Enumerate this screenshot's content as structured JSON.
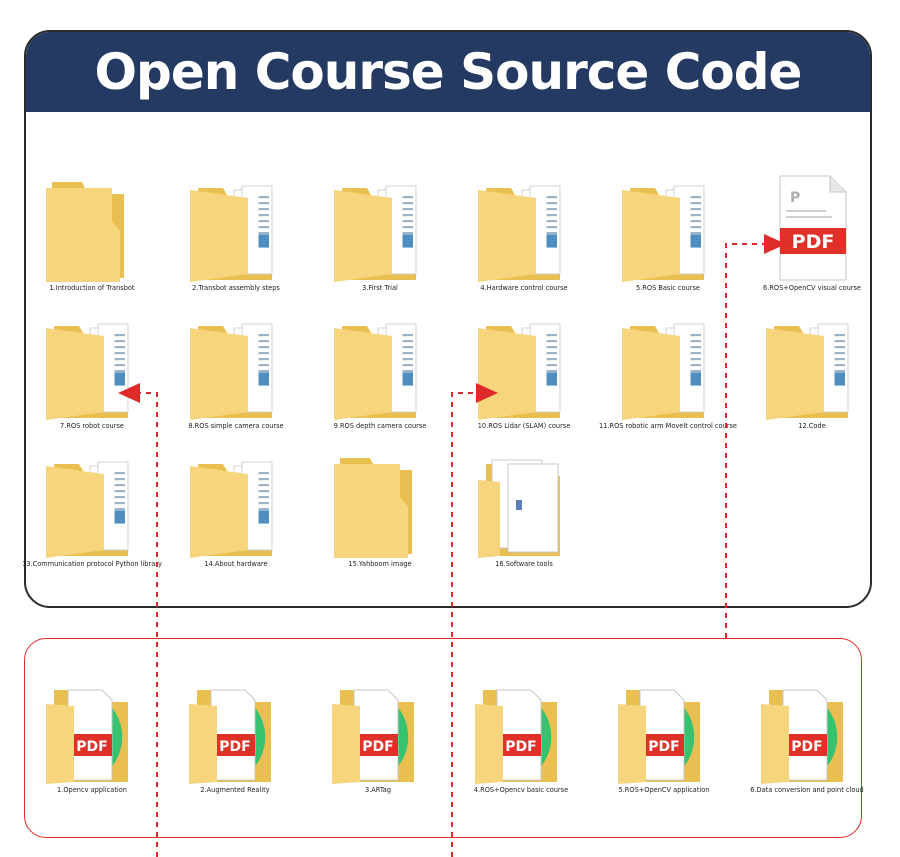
{
  "banner": {
    "title": "Open Course Source Code"
  },
  "top_items": [
    {
      "label": "1.Introduction of Transbot",
      "icon": "empty-folder-icon"
    },
    {
      "label": "2.Transbot assembly steps",
      "icon": "doc-folder-icon"
    },
    {
      "label": "3.First Trial",
      "icon": "doc-folder-icon"
    },
    {
      "label": "4.Hardware control course",
      "icon": "doc-folder-icon"
    },
    {
      "label": "5.ROS Basic course",
      "icon": "doc-folder-icon"
    },
    {
      "label": "6.ROS+OpenCV visual course",
      "icon": "pdf-file-icon"
    },
    {
      "label": "7.ROS robot course",
      "icon": "doc-folder-icon"
    },
    {
      "label": "8.ROS simple camera course",
      "icon": "doc-folder-icon"
    },
    {
      "label": "9.ROS depth camera course",
      "icon": "doc-folder-icon"
    },
    {
      "label": "10.ROS Lidar (SLAM) course",
      "icon": "doc-folder-icon"
    },
    {
      "label": "11.ROS robotic arm MoveIt control course",
      "icon": "doc-folder-icon"
    },
    {
      "label": "12.Code",
      "icon": "doc-folder-icon"
    },
    {
      "label": "13.Communication protocol Python library",
      "icon": "doc-folder-icon"
    },
    {
      "label": "14.About hardware",
      "icon": "doc-folder-icon"
    },
    {
      "label": "15.Yahboom image",
      "icon": "empty-folder-icon"
    },
    {
      "label": "16.Software tools",
      "icon": "software-folder-icon"
    }
  ],
  "bottom_items": [
    {
      "label": "1.Opencv application",
      "icon": "pdf-folder-icon"
    },
    {
      "label": "2.Augmented Reality",
      "icon": "pdf-folder-icon"
    },
    {
      "label": "3.ARTag",
      "icon": "pdf-folder-icon"
    },
    {
      "label": "4.ROS+Opencv basic course",
      "icon": "pdf-folder-icon"
    },
    {
      "label": "5.ROS+OpenCV application",
      "icon": "pdf-folder-icon"
    },
    {
      "label": "6.Data conversion and point cloud",
      "icon": "pdf-folder-icon"
    }
  ],
  "icon_text": {
    "pdf": "PDF",
    "pdf_sheet_letter": "P"
  },
  "colors": {
    "banner": "#253a63",
    "folder": "#f6d57c",
    "folder_dark": "#e9bf52",
    "pdf_red": "#e03128",
    "arrow_red": "#e02a2a"
  }
}
